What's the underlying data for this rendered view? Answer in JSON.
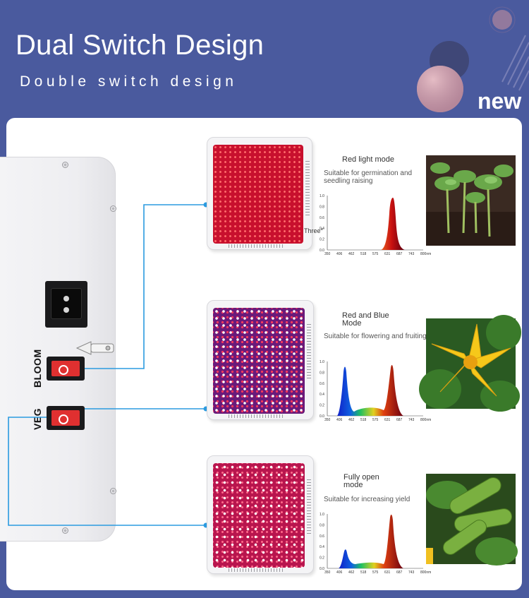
{
  "header": {
    "title": "Dual Switch Design",
    "subtitle": "Double switch design",
    "badge": "new"
  },
  "fixture": {
    "switch_top_label": "BLOOM",
    "switch_bottom_label": "VEG"
  },
  "modes": [
    {
      "title": "Red light mode",
      "description": "Suitable for germination and seedling raising",
      "extra_label": "Three°",
      "photo": "seedlings-photo"
    },
    {
      "title": "Red and Blue Mode",
      "description": "Suitable for flowering and fruiting",
      "photo": "squash-flower-photo"
    },
    {
      "title": "Fully open mode",
      "description": "Suitable for increasing yield",
      "photo": "zucchini-photo"
    }
  ],
  "spectrum_axis": {
    "y_ticks": [
      "1.0",
      "0.8",
      "0.6",
      "0.4",
      "0.2",
      "0.0"
    ],
    "x_ticks": [
      "350",
      "406",
      "462",
      "518",
      "575",
      "631",
      "687",
      "743",
      "800nm"
    ]
  },
  "colors": {
    "background": "#4a5a9e",
    "wire": "#2b9be0",
    "switch_rocker": "#e03030"
  }
}
